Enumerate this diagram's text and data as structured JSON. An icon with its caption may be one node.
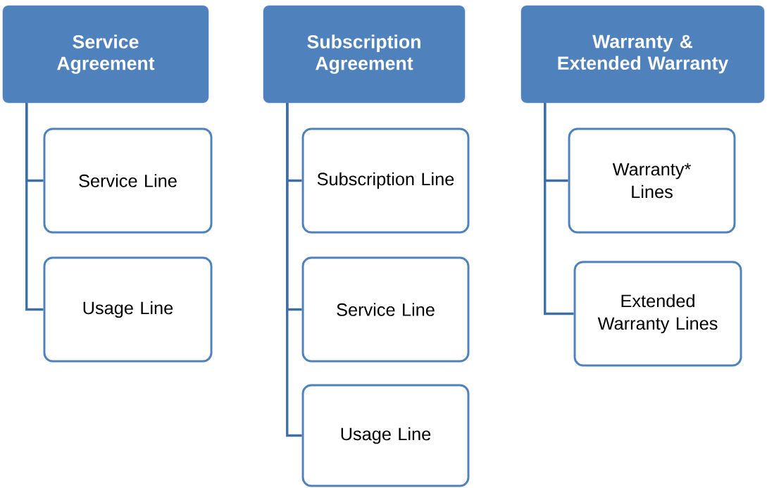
{
  "diagram": {
    "nodes": [
      {
        "text": [
          "Service Agreement"
        ]
      },
      {
        "text": [
          "Service Line"
        ]
      },
      {
        "text": [
          "Usage Line"
        ]
      },
      {
        "text": [
          "Subscription Agreement"
        ]
      },
      {
        "text": [
          "Subscription Line"
        ]
      },
      {
        "text": [
          "Service Line"
        ]
      },
      {
        "text": [
          "Usage Line"
        ]
      },
      {
        "text": [
          "Warranty & Extended Warranty"
        ]
      },
      {
        "text": [
          "Warranty* Lines"
        ]
      },
      {
        "text": [
          "Extended Warranty Lines"
        ]
      }
    ],
    "edges": [
      {
        "from": 0,
        "to": 1,
        "arrow": "none"
      },
      {
        "from": 0,
        "to": 2,
        "arrow": "none"
      },
      {
        "from": 3,
        "to": 4,
        "arrow": "none"
      },
      {
        "from": 3,
        "to": 5,
        "arrow": "none"
      },
      {
        "from": 3,
        "to": 6,
        "arrow": "none"
      },
      {
        "from": 7,
        "to": 8,
        "arrow": "none"
      },
      {
        "from": 7,
        "to": 9,
        "arrow": "none"
      }
    ]
  }
}
